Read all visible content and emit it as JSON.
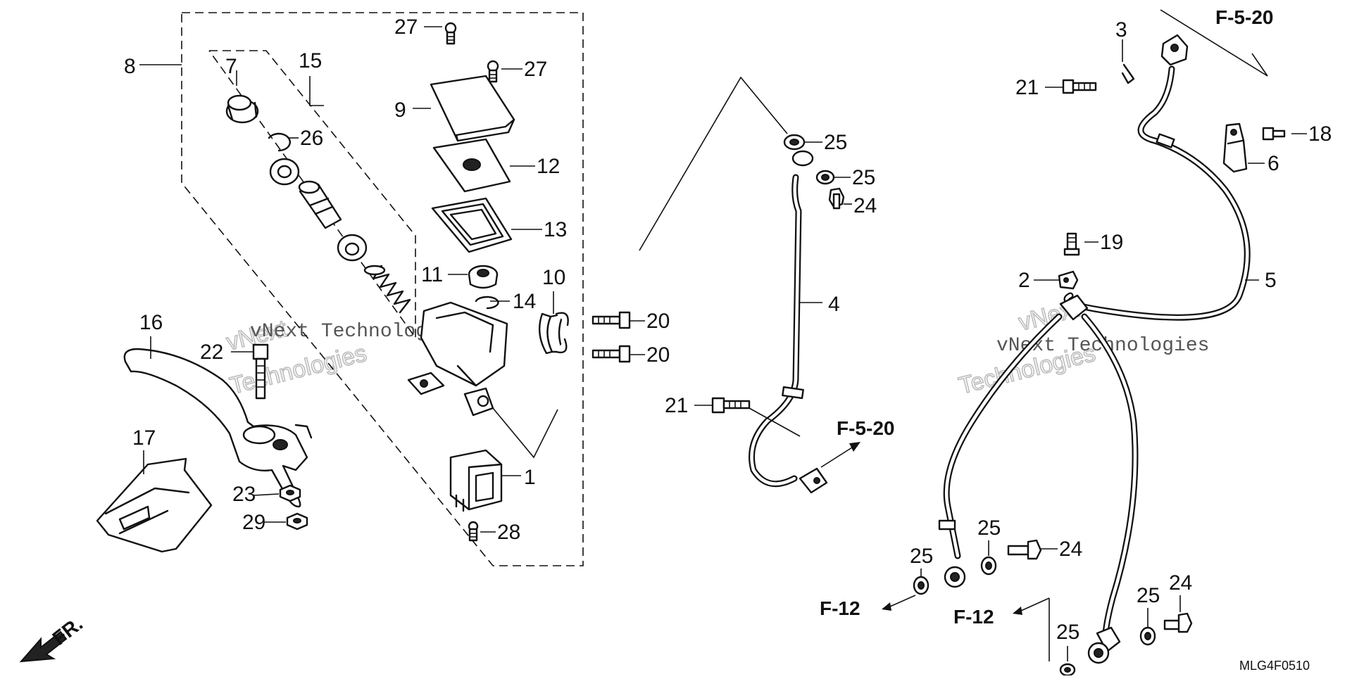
{
  "diagram": {
    "code": "MLG4F0510",
    "front_label": "FR.",
    "watermark_line1": "vNext",
    "watermark_line2": "Technologies",
    "watermark_inline": "vNext Technologies"
  },
  "callouts": [
    {
      "id": "c1",
      "text": "1"
    },
    {
      "id": "c2",
      "text": "2"
    },
    {
      "id": "c3",
      "text": "3"
    },
    {
      "id": "c4",
      "text": "4"
    },
    {
      "id": "c5",
      "text": "5"
    },
    {
      "id": "c6",
      "text": "6"
    },
    {
      "id": "c7",
      "text": "7"
    },
    {
      "id": "c8",
      "text": "8"
    },
    {
      "id": "c9",
      "text": "9"
    },
    {
      "id": "c10",
      "text": "10"
    },
    {
      "id": "c11",
      "text": "11"
    },
    {
      "id": "c12",
      "text": "12"
    },
    {
      "id": "c13",
      "text": "13"
    },
    {
      "id": "c14",
      "text": "14"
    },
    {
      "id": "c15",
      "text": "15"
    },
    {
      "id": "c16",
      "text": "16"
    },
    {
      "id": "c17",
      "text": "17"
    },
    {
      "id": "c18",
      "text": "18"
    },
    {
      "id": "c19",
      "text": "19"
    },
    {
      "id": "c20a",
      "text": "20"
    },
    {
      "id": "c20b",
      "text": "20"
    },
    {
      "id": "c21a",
      "text": "21"
    },
    {
      "id": "c21b",
      "text": "21"
    },
    {
      "id": "c22",
      "text": "22"
    },
    {
      "id": "c23",
      "text": "23"
    },
    {
      "id": "c24a",
      "text": "24"
    },
    {
      "id": "c24b",
      "text": "24"
    },
    {
      "id": "c24c",
      "text": "24"
    },
    {
      "id": "c25a",
      "text": "25"
    },
    {
      "id": "c25b",
      "text": "25"
    },
    {
      "id": "c25c",
      "text": "25"
    },
    {
      "id": "c25d",
      "text": "25"
    },
    {
      "id": "c25e",
      "text": "25"
    },
    {
      "id": "c25f",
      "text": "25"
    },
    {
      "id": "c26",
      "text": "26"
    },
    {
      "id": "c27a",
      "text": "27"
    },
    {
      "id": "c27b",
      "text": "27"
    },
    {
      "id": "c28",
      "text": "28"
    },
    {
      "id": "c29",
      "text": "29"
    }
  ],
  "references": [
    {
      "id": "r1",
      "text": "F-5-20"
    },
    {
      "id": "r2",
      "text": "F-5-20"
    },
    {
      "id": "r3",
      "text": "F-12"
    },
    {
      "id": "r4",
      "text": "F-12"
    }
  ]
}
